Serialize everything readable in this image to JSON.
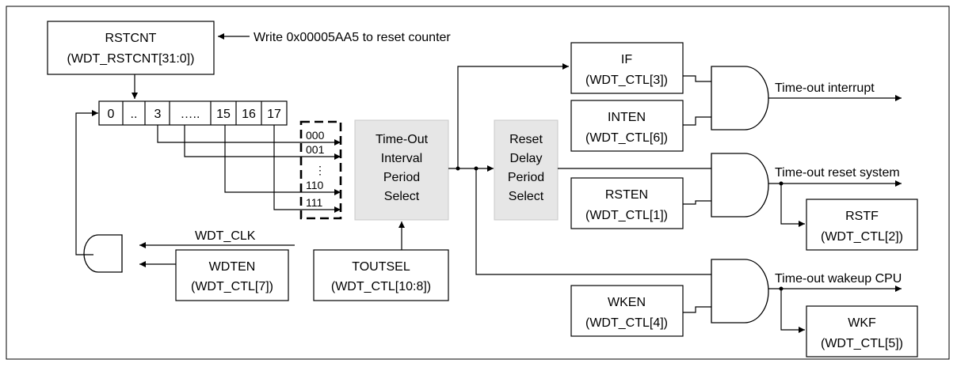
{
  "rstcnt": {
    "name": "RSTCNT",
    "reg": "(WDT_RSTCNT[31:0])",
    "note": "Write 0x00005AA5 to reset counter"
  },
  "counter": {
    "cells": [
      "0",
      "..",
      "3",
      "…..",
      "15",
      "16",
      "17"
    ]
  },
  "mux_codes": [
    "000",
    "001",
    "⋮",
    "110",
    "111"
  ],
  "toi": {
    "lines": [
      "Time-Out",
      "Interval",
      "Period",
      "Select"
    ]
  },
  "rdp": {
    "lines": [
      "Reset",
      "Delay",
      "Period",
      "Select"
    ]
  },
  "toutsel": {
    "name": "TOUTSEL",
    "reg": "(WDT_CTL[10:8])"
  },
  "wdt_clk": "WDT_CLK",
  "wdten": {
    "name": "WDTEN",
    "reg": "(WDT_CTL[7])"
  },
  "if_box": {
    "name": "IF",
    "reg": "(WDT_CTL[3])"
  },
  "inten": {
    "name": "INTEN",
    "reg": "(WDT_CTL[6])"
  },
  "rsten": {
    "name": "RSTEN",
    "reg": "(WDT_CTL[1])"
  },
  "rstf": {
    "name": "RSTF",
    "reg": "(WDT_CTL[2])"
  },
  "wken": {
    "name": "WKEN",
    "reg": "(WDT_CTL[4])"
  },
  "wkf": {
    "name": "WKF",
    "reg": "(WDT_CTL[5])"
  },
  "outputs": {
    "interrupt": "Time-out interrupt",
    "reset": "Time-out reset system",
    "wakeup": "Time-out wakeup CPU"
  }
}
